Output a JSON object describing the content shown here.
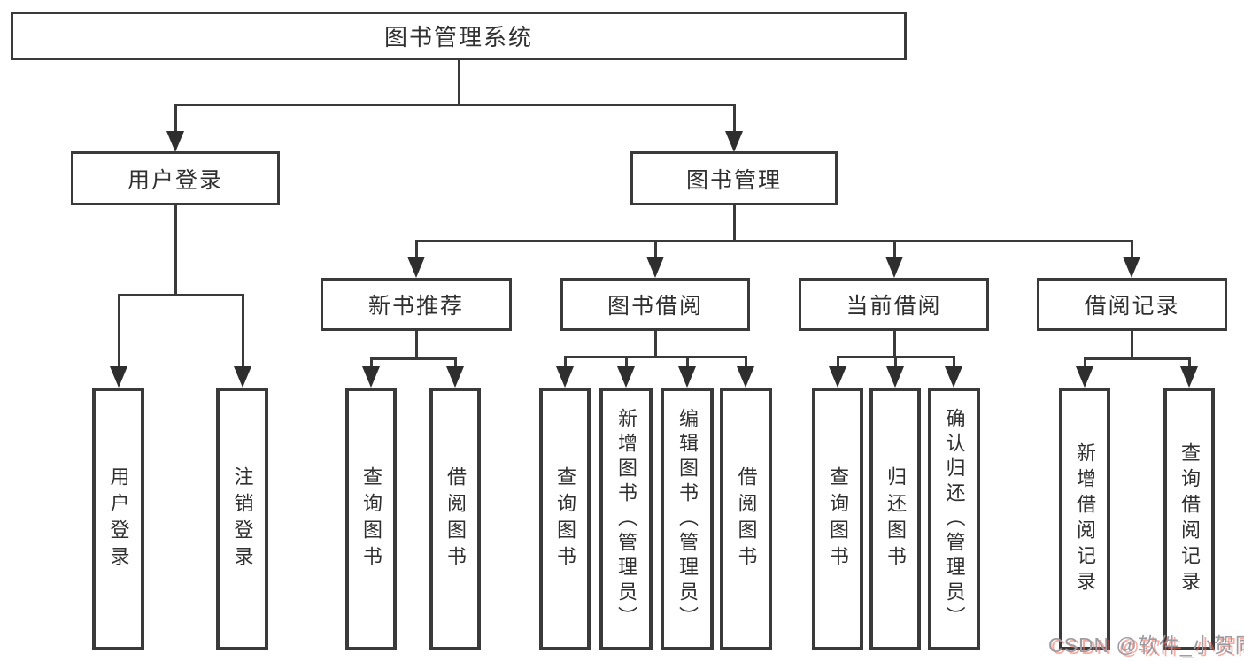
{
  "tree": {
    "label": "图书管理系统",
    "children": [
      {
        "label": "用户登录",
        "children": [
          {
            "label": "用户登录"
          },
          {
            "label": "注销登录"
          }
        ]
      },
      {
        "label": "图书管理",
        "children": [
          {
            "label": "新书推荐",
            "children": [
              {
                "label": "查询图书"
              },
              {
                "label": "借阅图书"
              }
            ]
          },
          {
            "label": "图书借阅",
            "children": [
              {
                "label": "查询图书"
              },
              {
                "label": "新增图书（管理员）"
              },
              {
                "label": "编辑图书（管理员）"
              },
              {
                "label": "借阅图书"
              }
            ]
          },
          {
            "label": "当前借阅",
            "children": [
              {
                "label": "查询图书"
              },
              {
                "label": "归还图书"
              },
              {
                "label": "确认归还（管理员）"
              }
            ]
          },
          {
            "label": "借阅记录",
            "children": [
              {
                "label": "新增借阅记录"
              },
              {
                "label": "查询借阅记录"
              }
            ]
          }
        ]
      }
    ]
  },
  "watermark": {
    "text": "CSDN @软件_小贺同学"
  },
  "colors": {
    "line": "#3a3a3a",
    "arrow": "#2e2e2e",
    "box_border": "#3a3a3a",
    "box_fill": "#ffffff",
    "text": "#303030",
    "watermark_text": "#9b9ba2",
    "watermark_shadow": "#f76054",
    "background": "#ffffff"
  }
}
